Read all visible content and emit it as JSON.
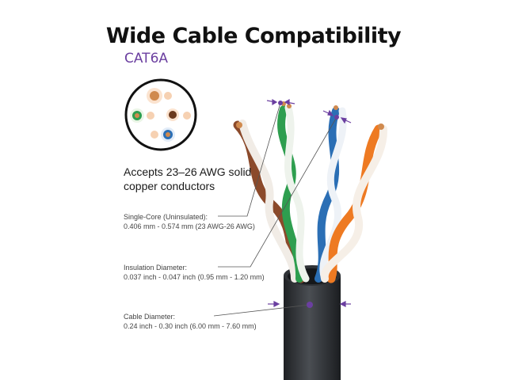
{
  "title": "Wide Cable Compatibility",
  "subtitle": "CAT6A",
  "headline": "Accepts 23–26 AWG solid copper conductors",
  "specs": {
    "core": {
      "label": "Single-Core (Uninsulated):",
      "value": "0.406 mm - 0.574 mm (23 AWG-26 AWG)"
    },
    "insulation": {
      "label": "Insulation Diameter:",
      "value": "0.037 inch - 0.047 inch (0.95 mm - 1.20 mm)"
    },
    "cable": {
      "label": "Cable Diameter:",
      "value": "0.24 inch - 0.30 inch (6.00 mm - 7.60 mm)"
    }
  },
  "icons": {
    "cross_section": "cable-cross-section-icon",
    "measure_arrow": "measure-arrow-icon"
  },
  "colors": {
    "accent": "#6b3fa0",
    "jacket": "#2f3236",
    "pair_brown": "#8b4a2b",
    "pair_green": "#2e9e4f",
    "pair_blue": "#2b6fb5",
    "pair_orange": "#ee7a22",
    "copper": "#d08a4e"
  }
}
